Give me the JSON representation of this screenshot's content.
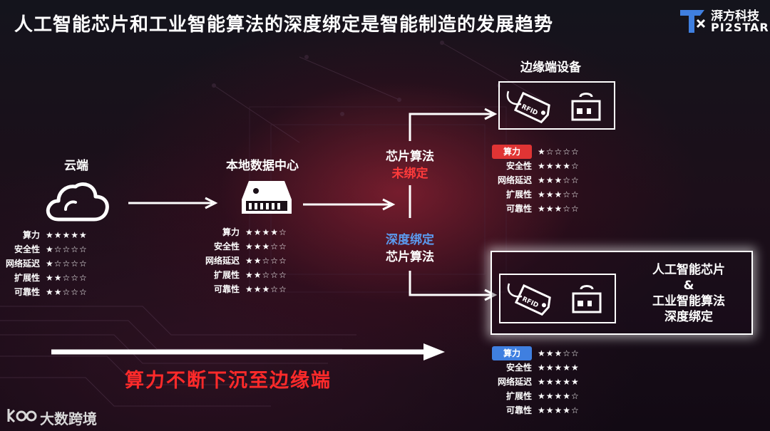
{
  "title": "人工智能芯片和工业智能算法的深度绑定是智能制造的发展趋势",
  "logo": {
    "name": "湃方科技",
    "en": "PI2STAR"
  },
  "cloud": {
    "label": "云端",
    "ratings": [
      {
        "k": "算力",
        "v": "★★★★★"
      },
      {
        "k": "安全性",
        "v": "★☆☆☆☆"
      },
      {
        "k": "网络延迟",
        "v": "★☆☆☆☆"
      },
      {
        "k": "扩展性",
        "v": "★★☆☆☆"
      },
      {
        "k": "可靠性",
        "v": "★★☆☆☆"
      }
    ]
  },
  "datacenter": {
    "label": "本地数据中心",
    "ratings": [
      {
        "k": "算力",
        "v": "★★★★☆"
      },
      {
        "k": "安全性",
        "v": "★★★☆☆"
      },
      {
        "k": "网络延迟",
        "v": "★★☆☆☆"
      },
      {
        "k": "扩展性",
        "v": "★★☆☆☆"
      },
      {
        "k": "可靠性",
        "v": "★★★☆☆"
      }
    ]
  },
  "branch": {
    "top_line1": "芯片算法",
    "top_line2": "未绑定",
    "bottom_line1": "深度绑定",
    "bottom_line2": "芯片算法"
  },
  "edge": {
    "label": "边缘端设备",
    "rfid": "RFID",
    "ratings_top": [
      {
        "k": "算力",
        "v": "★☆☆☆☆"
      },
      {
        "k": "安全性",
        "v": "★★★★☆"
      },
      {
        "k": "网络延迟",
        "v": "★★★☆☆"
      },
      {
        "k": "扩展性",
        "v": "★★★☆☆"
      },
      {
        "k": "可靠性",
        "v": "★★★☆☆"
      }
    ],
    "ratings_bottom": [
      {
        "k": "算力",
        "v": "★★★☆☆"
      },
      {
        "k": "安全性",
        "v": "★★★★★"
      },
      {
        "k": "网络延迟",
        "v": "★★★★★"
      },
      {
        "k": "扩展性",
        "v": "★★★★☆"
      },
      {
        "k": "可靠性",
        "v": "★★★★☆"
      }
    ],
    "highlight": {
      "line1": "人工智能芯片",
      "line2": "&",
      "line3": "工业智能算法",
      "line4": "深度绑定"
    }
  },
  "sink_text": "算力不断下沉至边缘端",
  "watermark": "大数跨境",
  "colors": {
    "badge_red": "#e03434",
    "badge_blue": "#3f7fe0",
    "alert_red": "#ff2a2a"
  }
}
